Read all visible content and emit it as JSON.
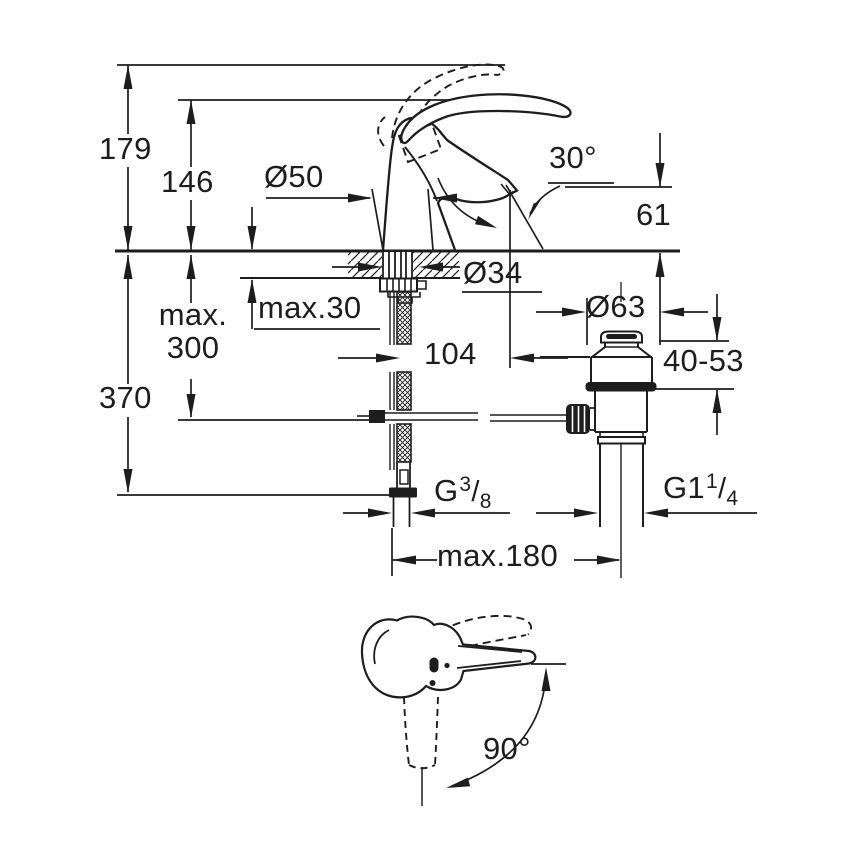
{
  "drawing": {
    "description": "Single-lever basin mixer technical installation drawing with pop-up waste",
    "colors": {
      "line": "#1d1d1d",
      "background": "#ffffff"
    },
    "dimensions": {
      "total_height": "179",
      "handle_height": "146",
      "base_diameter": "Ø50",
      "spout_angle": "30°",
      "spout_height": "61",
      "hole_diameter": "Ø34",
      "max_deck_thickness": "max.30",
      "max_hose_drop_line1": "max.",
      "max_hose_drop_line2": "300",
      "supply_drop": "370",
      "spout_reach": "104",
      "waste_flange_diameter": "Ø63",
      "waste_clamp_range": "40-53",
      "supply_thread": {
        "main": "G",
        "num": "3",
        "slash": "/",
        "den": "8"
      },
      "waste_thread": {
        "main": "G1",
        "num": "1",
        "slash": "/",
        "den": "4"
      },
      "max_center_distance": "max.180",
      "handle_swivel_angle": "90°"
    }
  }
}
